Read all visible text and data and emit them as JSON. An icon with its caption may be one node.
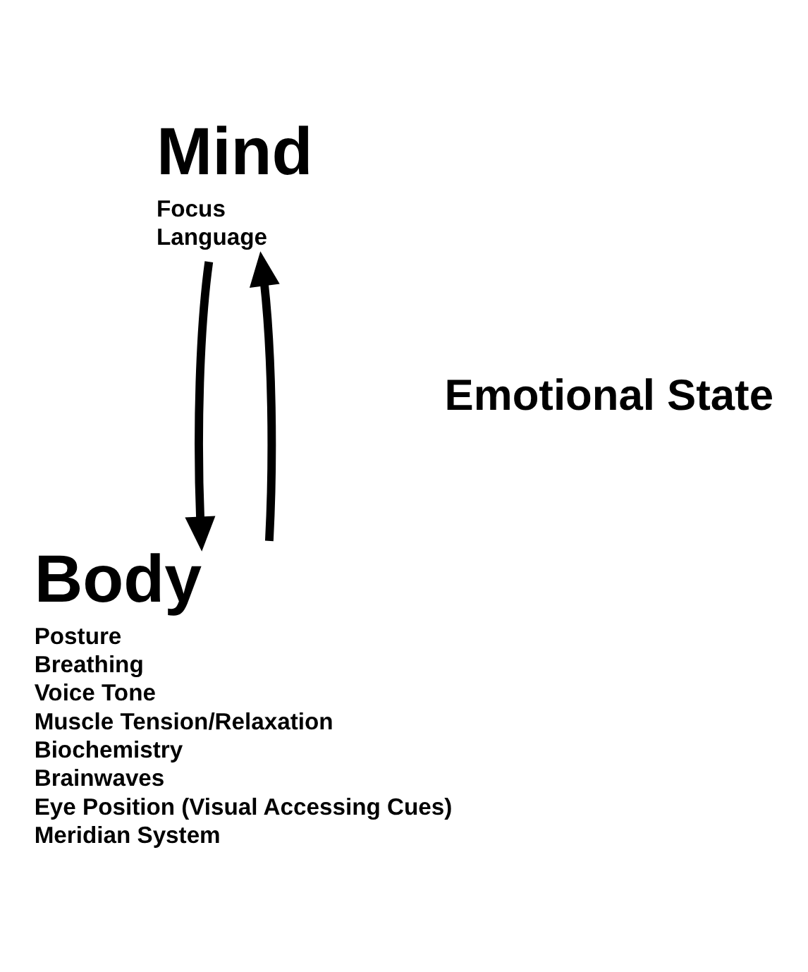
{
  "diagram": {
    "nodes": [
      {
        "text": [
          "Mind",
          "Focus",
          "Language"
        ]
      },
      {
        "text": [
          "Body",
          "Posture",
          "Breathing",
          "Voice Tone",
          "Muscle Tension/Relaxation",
          "Biochemistry",
          "Brainwaves",
          "Eye Position (Visual Accessing Cues)",
          "Meridian System"
        ]
      }
    ],
    "edges": [
      {
        "from": 0,
        "to": 1,
        "arrow": "to"
      },
      {
        "from": 1,
        "to": 0,
        "arrow": "to"
      }
    ],
    "labels": [
      "Emotional State"
    ]
  }
}
